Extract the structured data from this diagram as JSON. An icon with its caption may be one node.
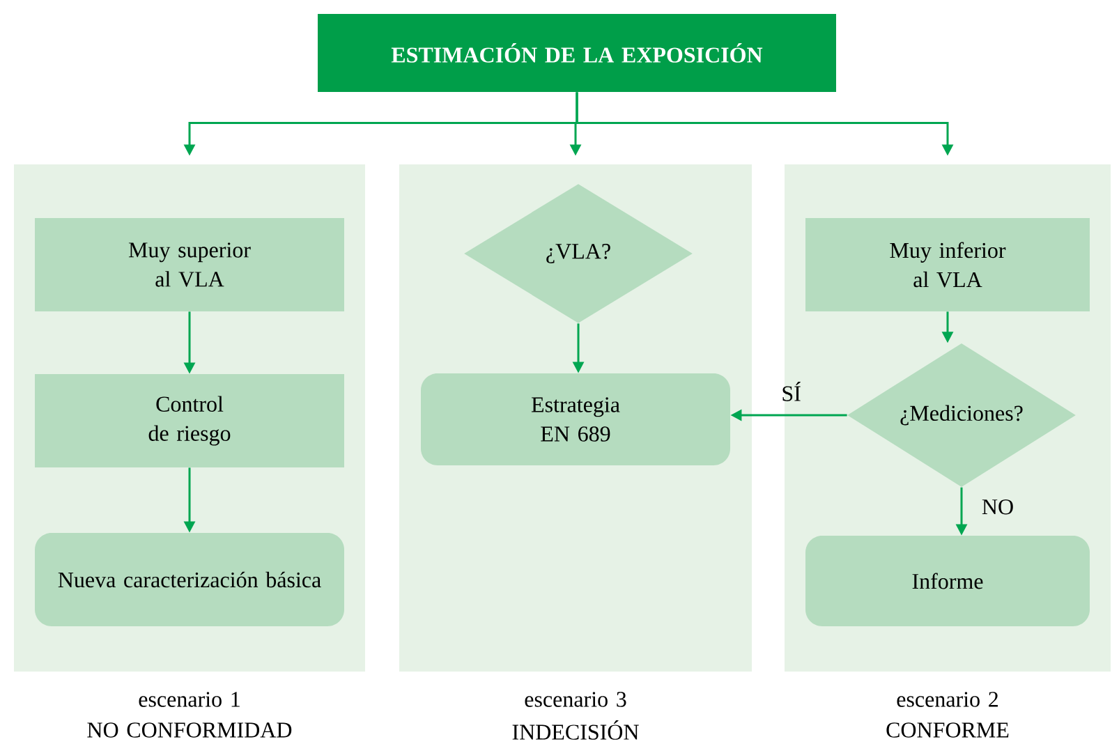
{
  "diagram": {
    "nodes": [
      {
        "text": [
          "ESTIMACIÓN DE LA EXPOSICIÓN"
        ]
      },
      {
        "text": [
          "escenario 1",
          "NO CONFORMIDAD"
        ]
      },
      {
        "text": [
          "Muy superior al VLA"
        ],
        "in": 1
      },
      {
        "text": [
          "Control de riesgo"
        ],
        "in": 1
      },
      {
        "text": [
          "Nueva caracterización básica"
        ],
        "in": 1
      },
      {
        "text": [
          "escenario 3",
          "INDECISIÓN"
        ]
      },
      {
        "text": [
          "¿VLA?"
        ],
        "in": 5
      },
      {
        "text": [
          "Estrategia EN 689"
        ],
        "in": 5
      },
      {
        "text": [
          "escenario 2",
          "CONFORME"
        ]
      },
      {
        "text": [
          "Muy inferior al VLA"
        ],
        "in": 8
      },
      {
        "text": [
          "¿Mediciones?"
        ],
        "in": 8
      },
      {
        "text": [
          "Informe"
        ],
        "in": 8
      }
    ],
    "edges": [
      {
        "from": 0,
        "to": 1,
        "arrow": "to"
      },
      {
        "from": 0,
        "to": 5,
        "arrow": "to"
      },
      {
        "from": 0,
        "to": 8,
        "arrow": "to"
      },
      {
        "from": 2,
        "to": 3,
        "arrow": "to"
      },
      {
        "from": 3,
        "to": 4,
        "arrow": "to"
      },
      {
        "from": 6,
        "to": 7,
        "arrow": "to"
      },
      {
        "from": 9,
        "to": 10,
        "arrow": "to"
      },
      {
        "from": 10,
        "to": 7,
        "arrow": "to",
        "label": "SÍ"
      },
      {
        "from": 10,
        "to": 11,
        "arrow": "to",
        "label": "NO"
      }
    ]
  }
}
